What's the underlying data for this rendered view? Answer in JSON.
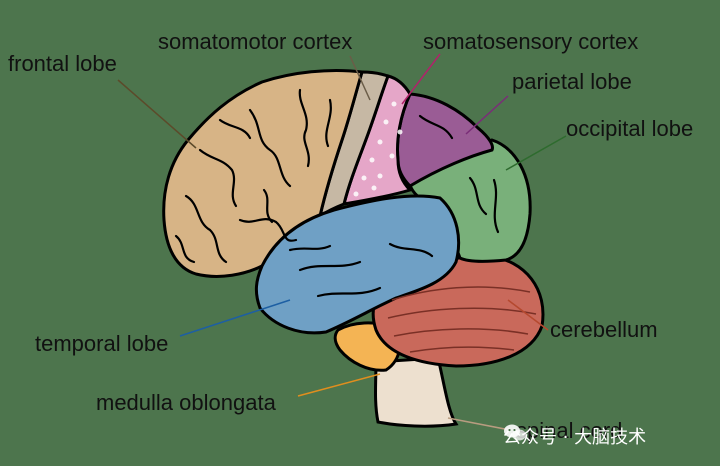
{
  "labels": {
    "frontal": "frontal lobe",
    "somatomotor": "somatomotor cortex",
    "somatosensory": "somatosensory cortex",
    "parietal": "parietal lobe",
    "occipital": "occipital lobe",
    "temporal": "temporal lobe",
    "cerebellum": "cerebellum",
    "medulla": "medulla oblongata",
    "spinal": "spinal cord"
  },
  "watermark": {
    "text": "公众号 · 大脑技术",
    "icon": "wechat-icon"
  },
  "colors": {
    "background": "#4d754d",
    "frontal": "#d7b486",
    "somatomotor": "#c6b8a4",
    "somatosensory": "#e5a6c8",
    "parietal": "#9a5c95",
    "occipital": "#79b07a",
    "temporal": "#6fa0c5",
    "cerebellum": "#c9695b",
    "medulla": "#f4b454",
    "spinal": "#ede0cf",
    "line_frontal": "#5c4a2a",
    "line_somatomotor": "#6b5d48",
    "line_somatosensory": "#b0236a",
    "line_parietal": "#7a2d78",
    "line_occipital": "#2e6b2e",
    "line_temporal": "#1d5fa3",
    "line_cerebellum": "#b5492f",
    "line_medulla": "#e08e1e",
    "line_spinal": "#b89c80"
  }
}
